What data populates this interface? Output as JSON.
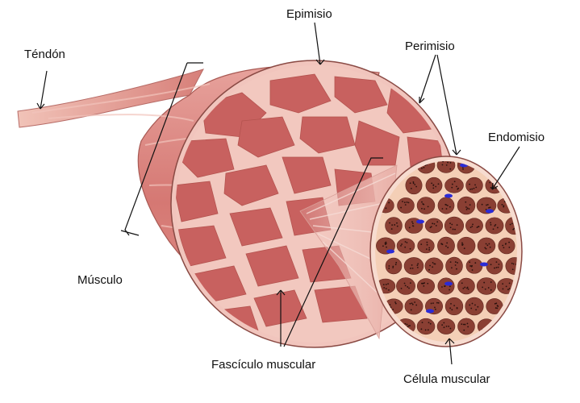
{
  "diagram": {
    "labels": {
      "tendon": "Téndón",
      "epimysium": "Epimisio",
      "perimysium": "Perimisio",
      "endomysium": "Endomisio",
      "muscle": "Músculo",
      "fascicle": "Fascículo muscular",
      "muscle_cell": "Célula muscular"
    },
    "colors": {
      "muscle_fill": "#c8615f",
      "muscle_light": "#e8a9a3",
      "tissue": "#f2c7bd",
      "fiber": "#7a3a30",
      "fiber_dots": "#2a120e",
      "capillary": "#2b2bd6",
      "outline": "#8a4a44"
    }
  }
}
